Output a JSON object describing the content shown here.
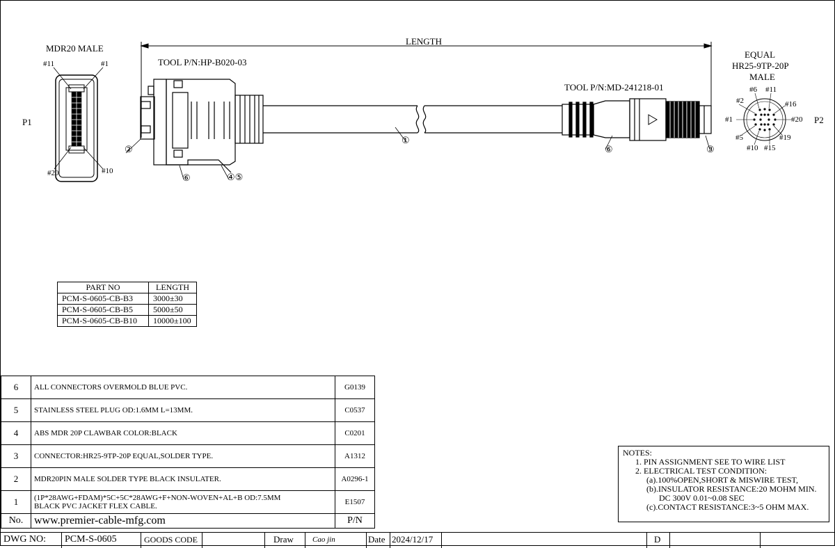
{
  "labels": {
    "mdr20_male": "MDR20 MALE",
    "p1": "P1",
    "p2": "P2",
    "pin11_left": "#11",
    "pin1_left": "#1",
    "pin20_left": "#20",
    "pin10_left": "#10",
    "length": "LENGTH",
    "tool_left": "TOOL P/N:HP-B020-03",
    "tool_right": "TOOL P/N:MD-241218-01",
    "equal_line1": "EQUAL",
    "equal_line2": "HR25-9TP-20P",
    "equal_line3": "MALE",
    "callout_1": "①",
    "callout_2": "②",
    "callout_3": "③",
    "callout_45": "④⑤",
    "callout_6a": "⑥",
    "callout_6b": "⑥"
  },
  "round_pins": {
    "p6": "#6",
    "p11": "#11",
    "p2": "#2",
    "p16": "#16",
    "p1": "#1",
    "p20": "#20",
    "p5": "#5",
    "p19": "#19",
    "p10": "#10",
    "p15": "#15"
  },
  "parts_table": {
    "header": {
      "part": "PART NO",
      "length": "LENGTH"
    },
    "rows": [
      {
        "part": "PCM-S-0605-CB-B3",
        "length": "3000±30"
      },
      {
        "part": "PCM-S-0605-CB-B5",
        "length": "5000±50"
      },
      {
        "part": "PCM-S-0605-CB-B10",
        "length": "10000±100"
      }
    ]
  },
  "bom": {
    "rows": [
      {
        "no": "6",
        "desc": "ALL CONNECTORS OVERMOLD BLUE PVC.",
        "pn": "G0139"
      },
      {
        "no": "5",
        "desc": "STAINLESS STEEL PLUG OD:1.6MM L=13MM.",
        "pn": "C0537"
      },
      {
        "no": "4",
        "desc": "ABS MDR 20P CLAWBAR COLOR:BLACK",
        "pn": "C0201"
      },
      {
        "no": "3",
        "desc": "CONNECTOR:HR25-9TP-20P EQUAL,SOLDER TYPE.",
        "pn": "A1312"
      },
      {
        "no": "2",
        "desc": "MDR20PIN MALE SOLDER TYPE BLACK INSULATER.",
        "pn": "A0296-1"
      },
      {
        "no": "1",
        "desc": "(1P*28AWG+FDAM)*5C+5C*28AWG+F+NON-WOVEN+AL+B OD:7.5MM",
        "desc2": "BLACK PVC JACKET FLEX CABLE.",
        "pn": "E1507"
      }
    ],
    "footer": {
      "no": "No.",
      "site": "www.premier-cable-mfg.com",
      "pn": "P/N"
    }
  },
  "notes": {
    "title": "NOTES:",
    "lines": [
      "1.  PIN ASSIGNMENT SEE TO WIRE LIST",
      "2.  ELECTRICAL TEST CONDITION:",
      "(a).100%OPEN,SHORT & MISWIRE TEST,",
      "(b).INSULATOR RESISTANCE:20 MOHM MIN.",
      "DC 300V 0.01~0.08 SEC",
      "(c).CONTACT RESISTANCE:3~5 OHM MAX."
    ]
  },
  "title_block": {
    "dwg_no_label": "DWG NO:",
    "dwg_no": "PCM-S-0605",
    "goods_code_label": "GOODS CODE",
    "draw_label": "Draw",
    "drawer": "Cao jin",
    "date_label": "Date",
    "date": "2024/12/17",
    "rev_label": "D"
  }
}
